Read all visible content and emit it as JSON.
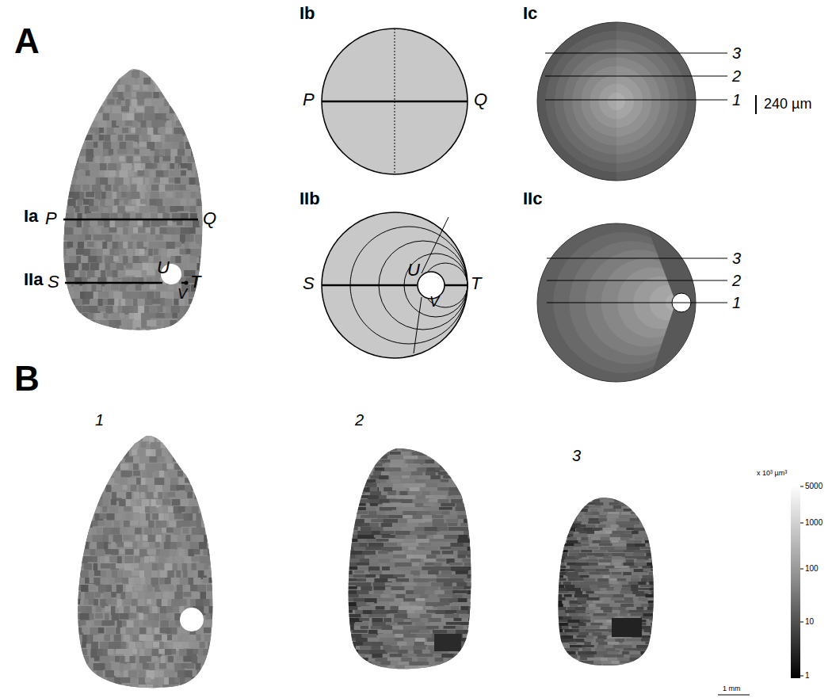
{
  "diagram": {
    "labels": [
      "A",
      "Ia",
      "P",
      "Q",
      "IIa",
      "S",
      "U",
      "V",
      "T",
      "Ib",
      "P",
      "Q",
      "IIb",
      "S",
      "U",
      "V",
      "T",
      "Ic",
      "3",
      "2",
      "1",
      "240 µm",
      "IIc",
      "3",
      "2",
      "1",
      "B",
      "1",
      "2",
      "3",
      "x 10³ µm³",
      "5000",
      "1000",
      "100",
      "10",
      "1",
      "1 mm"
    ]
  }
}
